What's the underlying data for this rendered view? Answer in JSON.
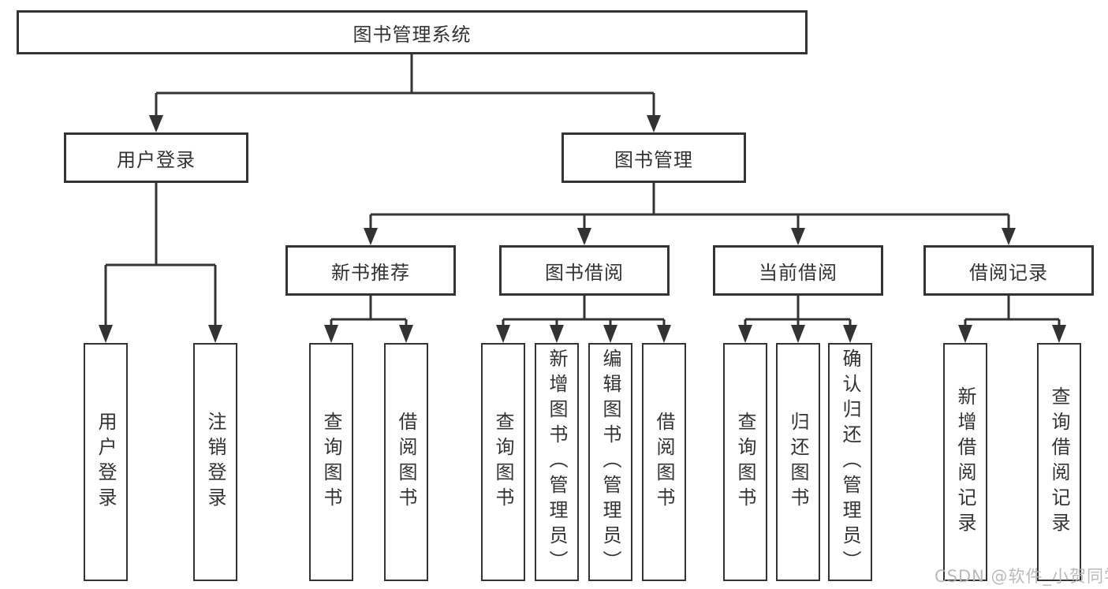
{
  "tree": {
    "root": {
      "label": "图书管理系统",
      "children": [
        {
          "label": "用户登录",
          "children": [
            {
              "label": "用户登录"
            },
            {
              "label": "注销登录"
            }
          ]
        },
        {
          "label": "图书管理",
          "children": [
            {
              "label": "新书推荐",
              "children": [
                {
                  "label": "查询图书"
                },
                {
                  "label": "借阅图书"
                }
              ]
            },
            {
              "label": "图书借阅",
              "children": [
                {
                  "label": "查询图书"
                },
                {
                  "label": "新增图书（管理员）"
                },
                {
                  "label": "编辑图书（管理员）"
                },
                {
                  "label": "借阅图书"
                }
              ]
            },
            {
              "label": "当前借阅",
              "children": [
                {
                  "label": "查询图书"
                },
                {
                  "label": "归还图书"
                },
                {
                  "label": "确认归还（管理员）"
                }
              ]
            },
            {
              "label": "借阅记录",
              "children": [
                {
                  "label": "新增借阅记录"
                },
                {
                  "label": "查询借阅记录"
                }
              ]
            }
          ]
        }
      ]
    }
  },
  "watermark": {
    "text": "CSDN @软件_小贺同学"
  },
  "colors": {
    "line": "#333333",
    "text": "#333333",
    "box_fill": "#ffffff",
    "watermark": "#b2b2b2",
    "background": "#ffffff"
  }
}
